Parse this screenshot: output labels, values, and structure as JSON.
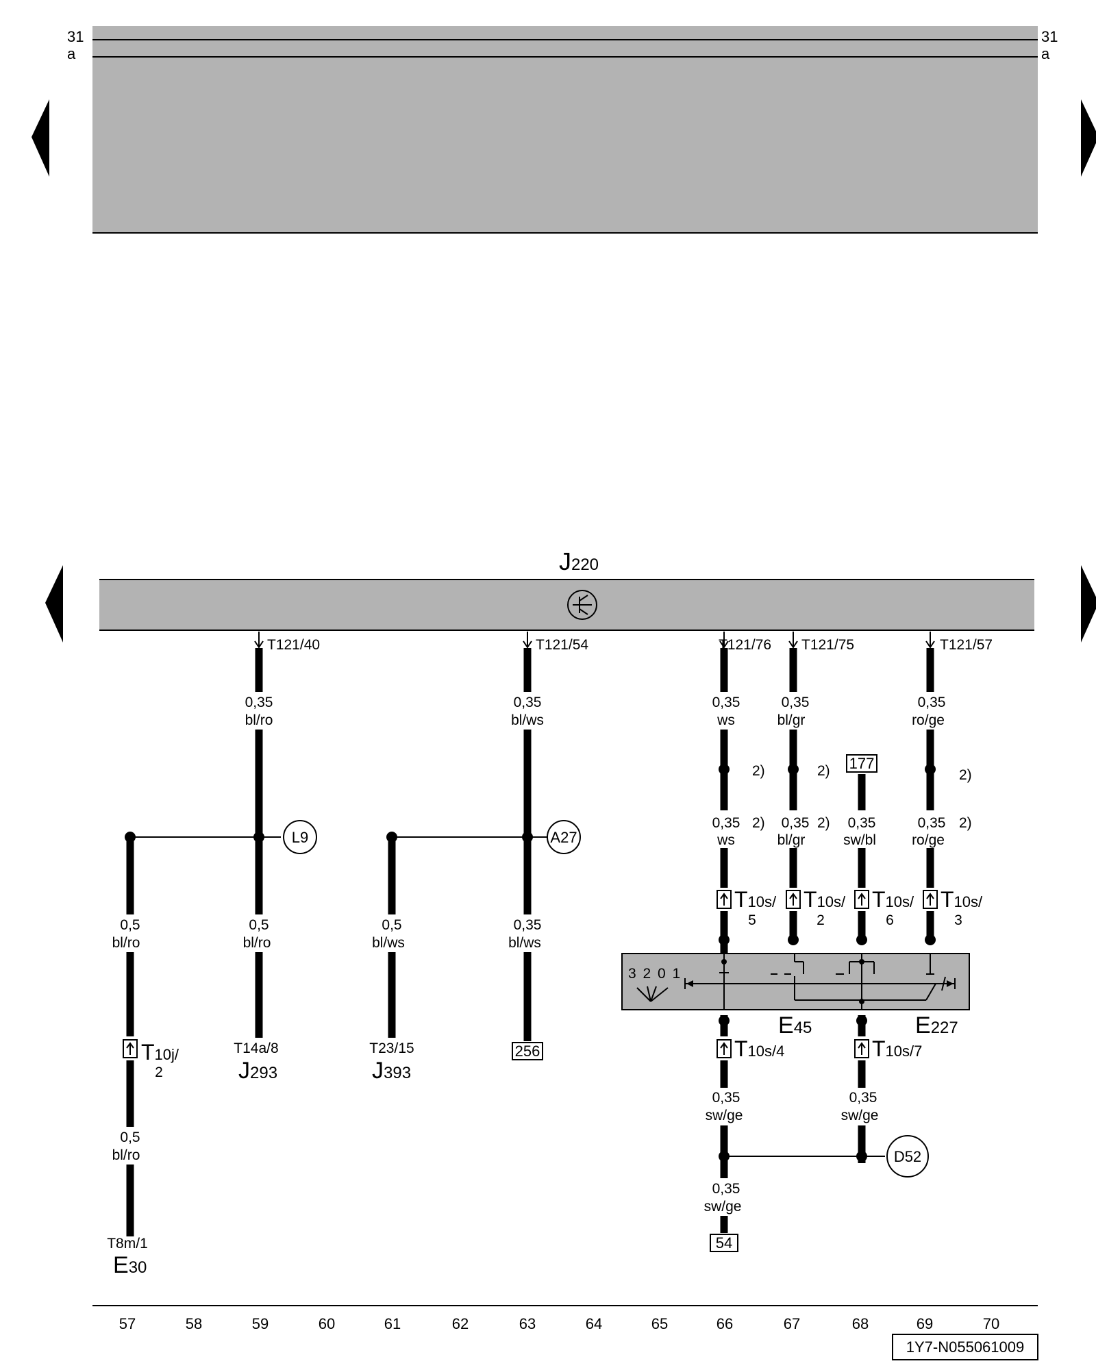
{
  "top_rail": {
    "label_31": "31",
    "label_a": "a"
  },
  "control_unit": {
    "name": "J",
    "sub": "220"
  },
  "pins": [
    {
      "id": "p40",
      "label": "T121/40"
    },
    {
      "id": "p54",
      "label": "T121/54"
    },
    {
      "id": "p76",
      "label": "T121/76"
    },
    {
      "id": "p75",
      "label": "T121/75"
    },
    {
      "id": "p57",
      "label": "T121/57"
    }
  ],
  "wire_labels": {
    "w59a_size": "0,35",
    "w59a_color": "bl/ro",
    "w63a_size": "0,35",
    "w63a_color": "bl/ws",
    "w66a_size": "0,35",
    "w66a_color": "ws",
    "w67a_size": "0,35",
    "w67a_color": "bl/gr",
    "w69a_size": "0,35",
    "w69a_color": "ro/ge",
    "w66b_size": "0,35",
    "w66b_color": "ws",
    "w67b_size": "0,35",
    "w67b_color": "bl/gr",
    "w68b_size": "0,35",
    "w68b_color": "sw/bl",
    "w69b_size": "0,35",
    "w69b_color": "ro/ge",
    "w57_size": "0,5",
    "w57_color": "bl/ro",
    "w59b_size": "0,5",
    "w59b_color": "bl/ro",
    "w61_size": "0,5",
    "w61_color": "bl/ws",
    "w63b_size": "0,35",
    "w63b_color": "bl/ws",
    "w57b_size": "0,5",
    "w57b_color": "bl/ro",
    "w66c_size": "0,35",
    "w66c_color": "sw/ge",
    "w68c_size": "0,35",
    "w68c_color": "sw/ge",
    "w66d_size": "0,35",
    "w66d_color": "sw/ge"
  },
  "notes": {
    "n2": "2)"
  },
  "boxes": {
    "b177": "177",
    "b256": "256",
    "b54": "54"
  },
  "circles": {
    "L9": "L9",
    "A27": "A27",
    "D52": "D52"
  },
  "connectors": {
    "t10s5_main": "T",
    "t10s5_sub": "10s/",
    "t10s5_pin": "5",
    "t10s2_main": "T",
    "t10s2_sub": "10s/",
    "t10s2_pin": "2",
    "t10s6_main": "T",
    "t10s6_sub": "10s/",
    "t10s6_pin": "6",
    "t10s3_main": "T",
    "t10s3_sub": "10s/",
    "t10s3_pin": "3",
    "t10s4_main": "T",
    "t10s4_sub": "10s/4",
    "t10s7_main": "T",
    "t10s7_sub": "10s/7",
    "t10j2_main": "T",
    "t10j2_sub": "10j/",
    "t10j2_pin": "2"
  },
  "switch": {
    "positions": "3 2 0 1"
  },
  "components": {
    "E45_main": "E",
    "E45_sub": "45",
    "E227_main": "E",
    "E227_sub": "227",
    "J293_pin": "T14a/8",
    "J293_main": "J",
    "J293_sub": "293",
    "J393_pin": "T23/15",
    "J393_main": "J",
    "J393_sub": "393",
    "E30_pin": "T8m/1",
    "E30_main": "E",
    "E30_sub": "30"
  },
  "bottom_scale": [
    "57",
    "58",
    "59",
    "60",
    "61",
    "62",
    "63",
    "64",
    "65",
    "66",
    "67",
    "68",
    "69",
    "70"
  ],
  "doc_id": "1Y7-N055061009"
}
